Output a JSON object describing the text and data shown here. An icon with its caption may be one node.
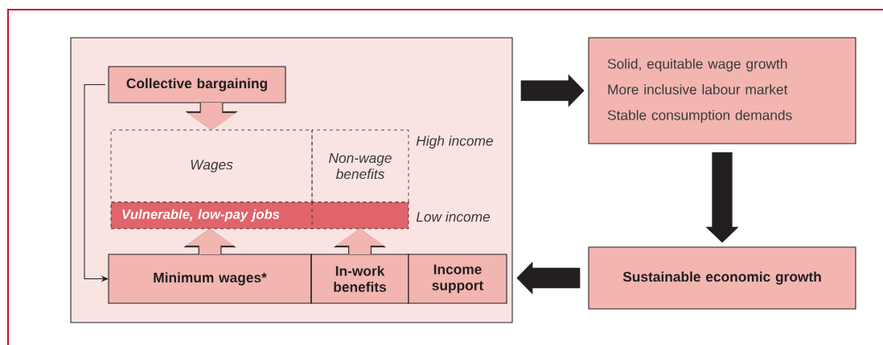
{
  "diagram": {
    "nodes": [
      {
        "text": [],
        "shape": "box"
      },
      {
        "text": [
          "Collective bargaining"
        ],
        "in": 0
      },
      {
        "text": [
          "Wages"
        ],
        "in": 0
      },
      {
        "text": [
          "Non-wage benefits"
        ],
        "in": 0
      },
      {
        "text": [
          "Vulnerable, low-pay jobs"
        ],
        "in": 0
      },
      {
        "text": [
          "Minimum wages*"
        ],
        "in": 0
      },
      {
        "text": [
          "In-work benefits"
        ],
        "in": 0
      },
      {
        "text": [
          "Income support"
        ],
        "in": 0
      },
      {
        "text": [
          "Solid, equitable wage growth",
          "More inclusive labour market",
          "Stable consumption demands"
        ]
      },
      {
        "text": [
          "Sustainable economic growth"
        ]
      }
    ],
    "edges": [
      {
        "from": 1,
        "to": 2,
        "arrow": "to",
        "color": "#f2b5b0"
      },
      {
        "from": 5,
        "to": 4,
        "arrow": "to",
        "color": "#f2b5b0"
      },
      {
        "from": 6,
        "to": 4,
        "arrow": "to",
        "color": "#f2b5b0"
      },
      {
        "from": 1,
        "to": 5,
        "arrow": "to"
      },
      {
        "from": 0,
        "to": 8,
        "arrow": "to"
      },
      {
        "from": 8,
        "to": 9,
        "arrow": "to"
      },
      {
        "from": 9,
        "to": 0,
        "arrow": "to"
      }
    ],
    "labels": [
      "High income",
      "Low income"
    ]
  }
}
